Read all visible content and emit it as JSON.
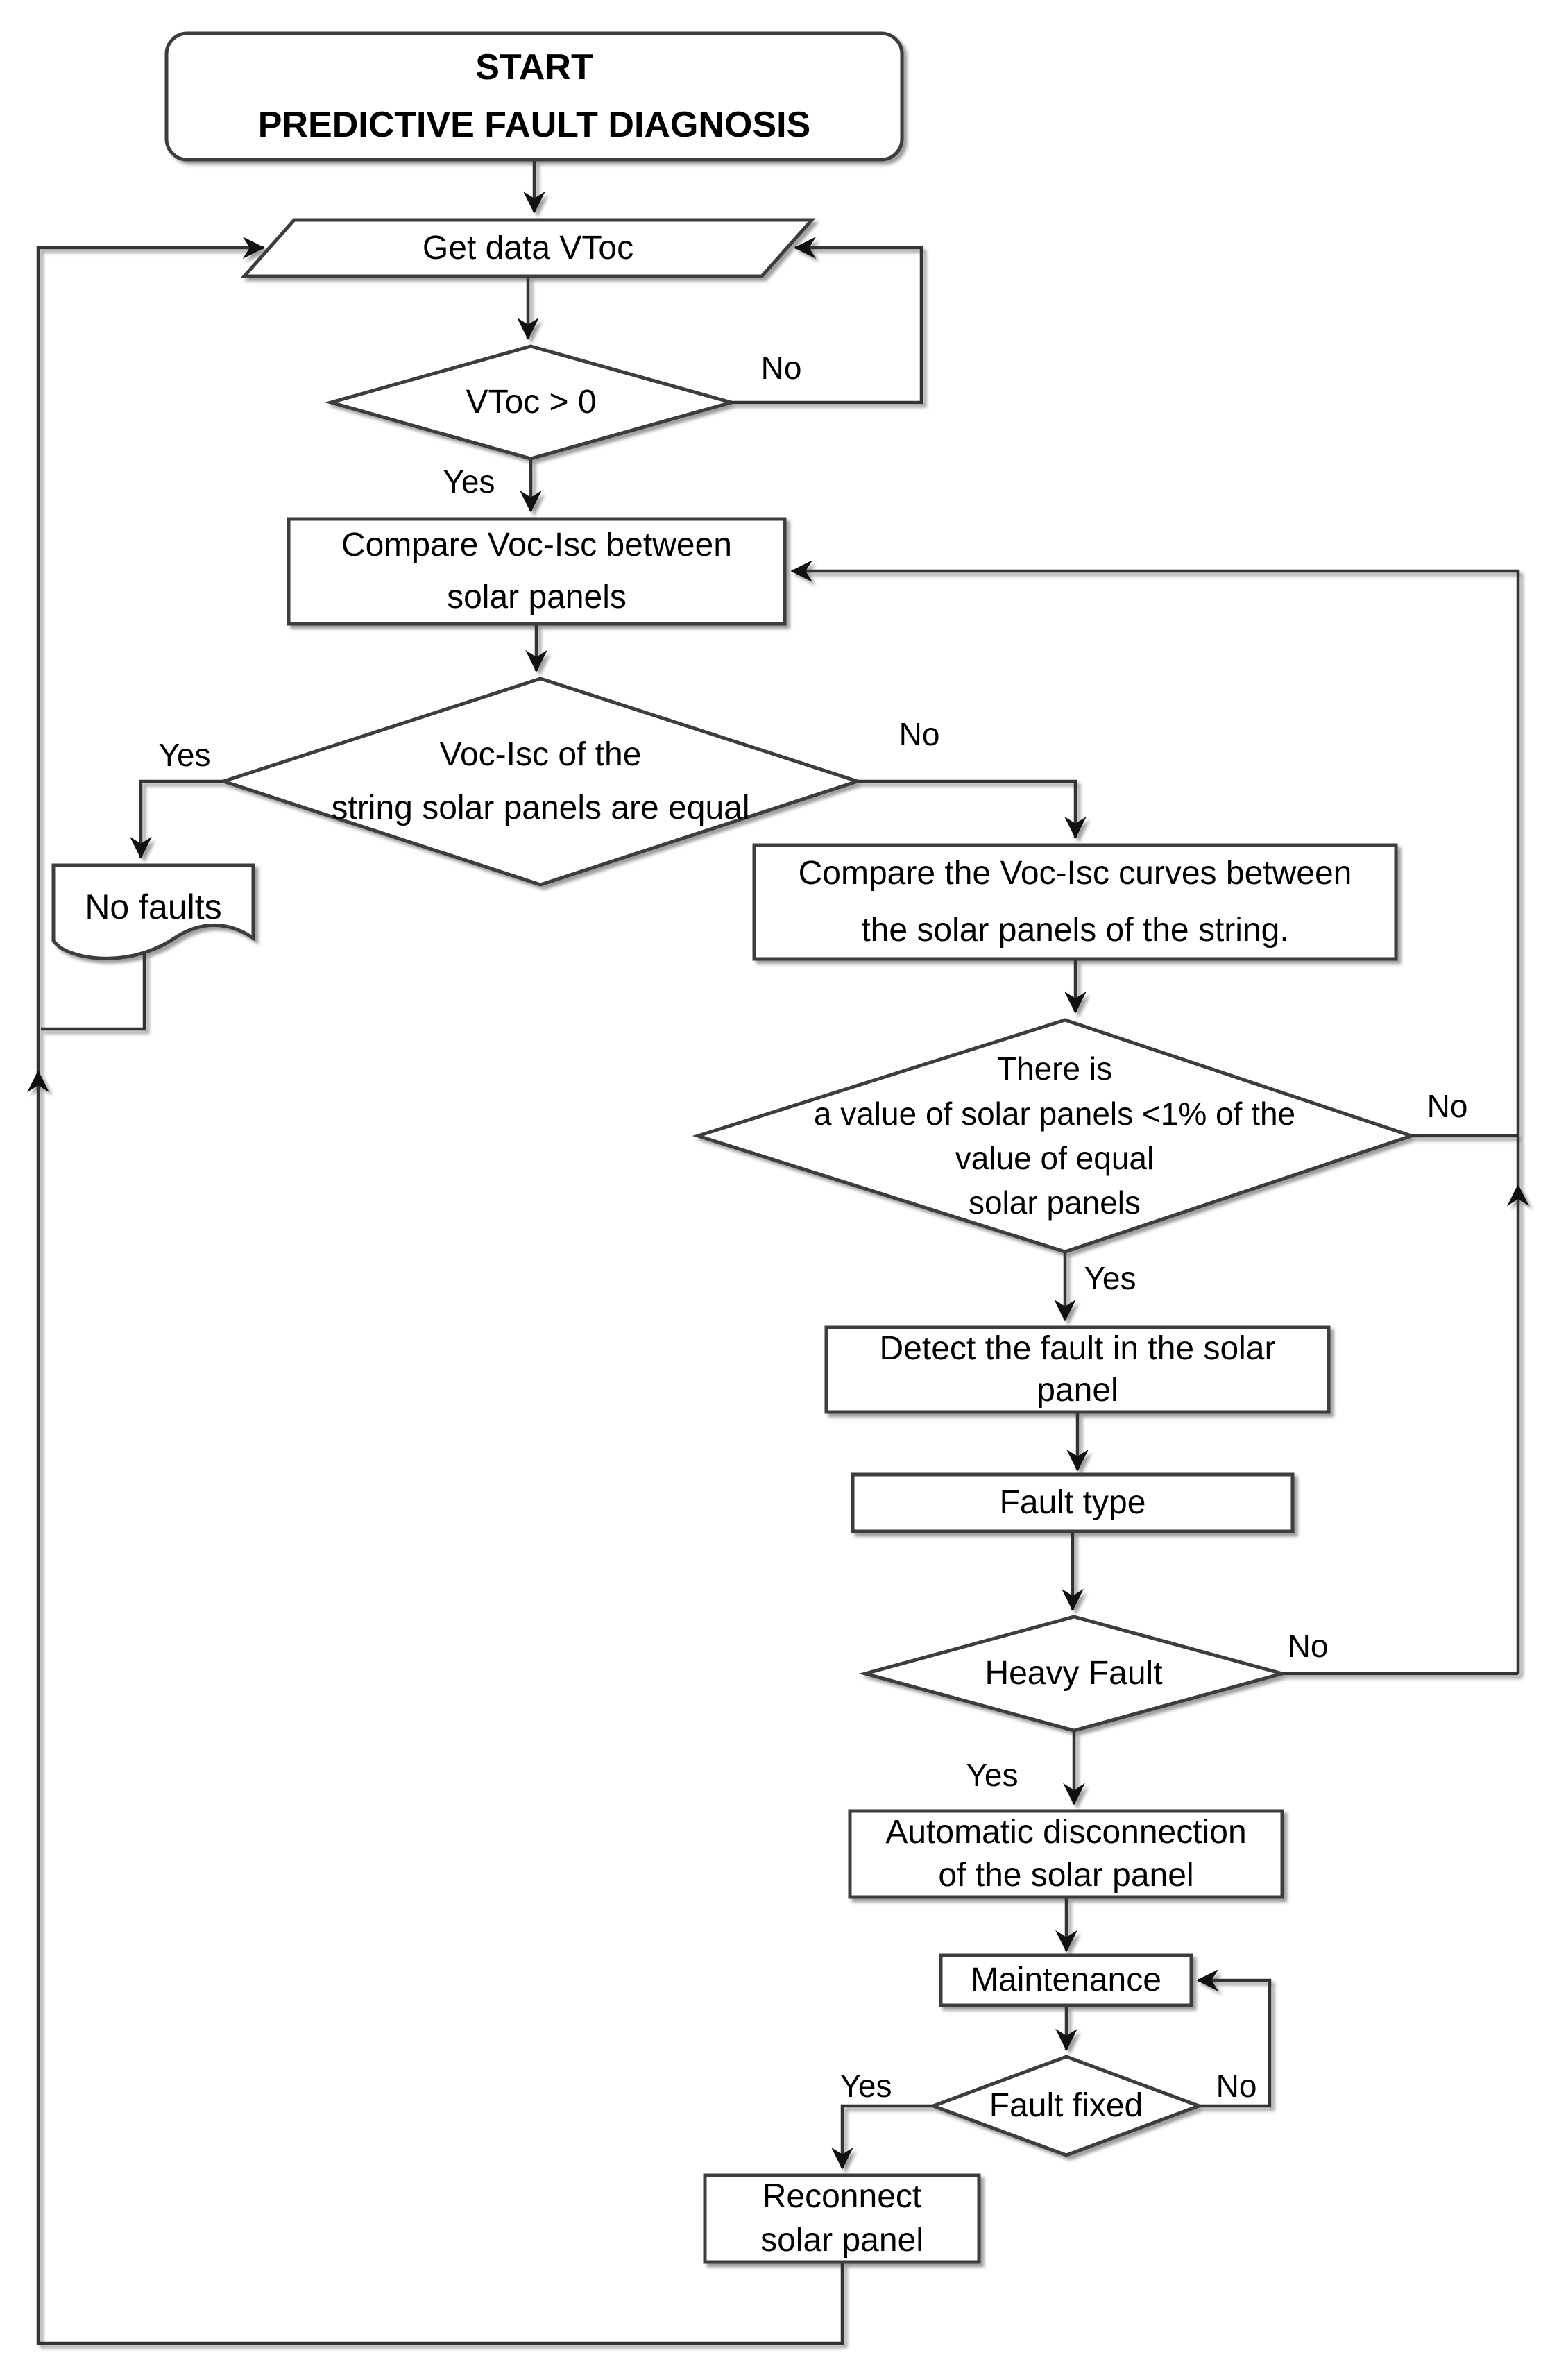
{
  "flowchart": {
    "nodes": {
      "start": {
        "text": "START\nPREDICTIVE FAULT DIAGNOSIS"
      },
      "get_data": {
        "text": "Get data VToc"
      },
      "vtoc_check": {
        "text": "VToc > 0"
      },
      "compare_voc_isc": {
        "text": "Compare Voc-Isc between\nsolar panels"
      },
      "equal_check": {
        "text": "Voc-Isc of the\nstring solar panels are equal"
      },
      "no_faults": {
        "text": "No faults"
      },
      "compare_curves": {
        "text": "Compare the Voc-Isc curves between\nthe solar panels of the string."
      },
      "value_check": {
        "text": "There is\na value of solar panels <1% of the\nvalue of equal\nsolar panels"
      },
      "detect_fault": {
        "text": "Detect the fault in the solar\npanel"
      },
      "fault_type": {
        "text": "Fault type"
      },
      "heavy_fault": {
        "text": "Heavy Fault"
      },
      "auto_disconnect": {
        "text": "Automatic disconnection\nof the solar panel"
      },
      "maintenance": {
        "text": "Maintenance"
      },
      "fault_fixed": {
        "text": "Fault fixed"
      },
      "reconnect": {
        "text": "Reconnect\nsolar panel"
      }
    },
    "edge_labels": {
      "vtoc_no": "No",
      "vtoc_yes": "Yes",
      "equal_yes": "Yes",
      "equal_no": "No",
      "value_no": "No",
      "value_yes": "Yes",
      "heavy_no": "No",
      "heavy_yes": "Yes",
      "fixed_yes": "Yes",
      "fixed_no": "No"
    },
    "colors": {
      "stroke": "#3d3d3d",
      "text": "#000000",
      "background": "#ffffff"
    }
  }
}
